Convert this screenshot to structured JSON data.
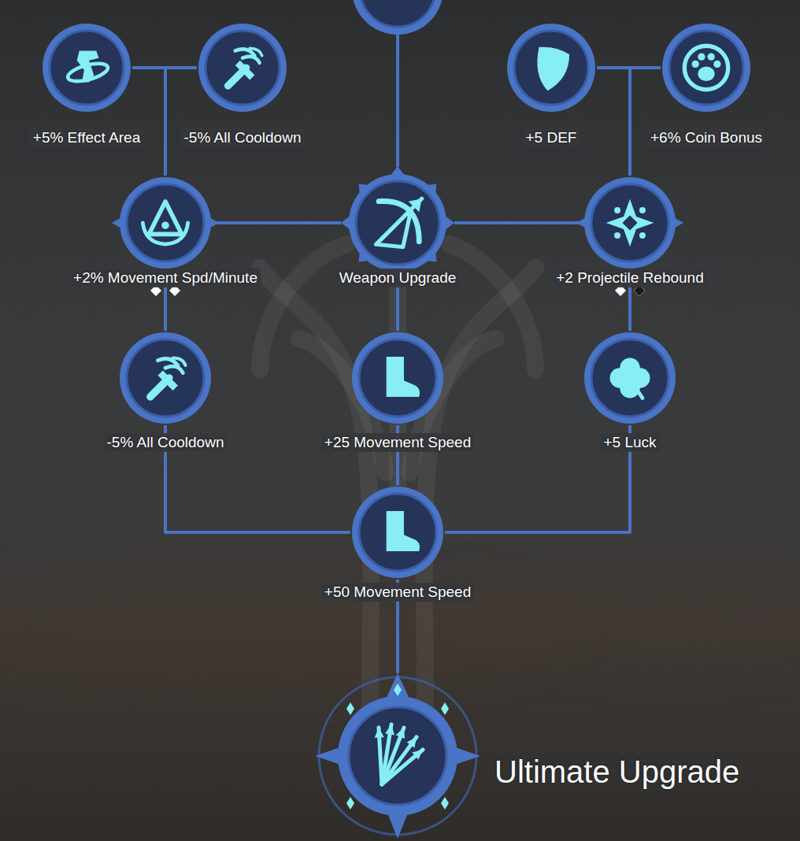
{
  "diagram": {
    "nodes": [
      {
        "text": [
          "+5% Effect Area"
        ]
      },
      {
        "text": [
          "-5% All Cooldown"
        ]
      },
      {
        "text": [
          "+5 DEF"
        ]
      },
      {
        "text": [
          "+6% Coin Bonus"
        ]
      },
      {
        "text": [
          "+2% Movement Spd/Minute"
        ]
      },
      {
        "text": [
          "Weapon Upgrade"
        ]
      },
      {
        "text": [
          "+2 Projectile Rebound"
        ]
      },
      {
        "text": [
          "-5% All Cooldown"
        ]
      },
      {
        "text": [
          "+25 Movement Speed"
        ]
      },
      {
        "text": [
          "+5 Luck"
        ]
      },
      {
        "text": [
          "+50 Movement Speed"
        ]
      },
      {
        "text": [
          "Ultimate Upgrade"
        ]
      }
    ],
    "edges": [
      {
        "from": 0,
        "to": 4,
        "arrow": "none"
      },
      {
        "from": 1,
        "to": 4,
        "arrow": "none"
      },
      {
        "from": 2,
        "to": 6,
        "arrow": "none"
      },
      {
        "from": 3,
        "to": 6,
        "arrow": "none"
      },
      {
        "from": 4,
        "to": 5,
        "arrow": "none"
      },
      {
        "from": 5,
        "to": 6,
        "arrow": "none"
      },
      {
        "from": 4,
        "to": 7,
        "arrow": "none"
      },
      {
        "from": 5,
        "to": 8,
        "arrow": "none"
      },
      {
        "from": 6,
        "to": 9,
        "arrow": "none"
      },
      {
        "from": 7,
        "to": 10,
        "arrow": "none"
      },
      {
        "from": 9,
        "to": 10,
        "arrow": "none"
      },
      {
        "from": 8,
        "to": 10,
        "arrow": "none"
      },
      {
        "from": 10,
        "to": 11,
        "arrow": "none"
      }
    ]
  }
}
